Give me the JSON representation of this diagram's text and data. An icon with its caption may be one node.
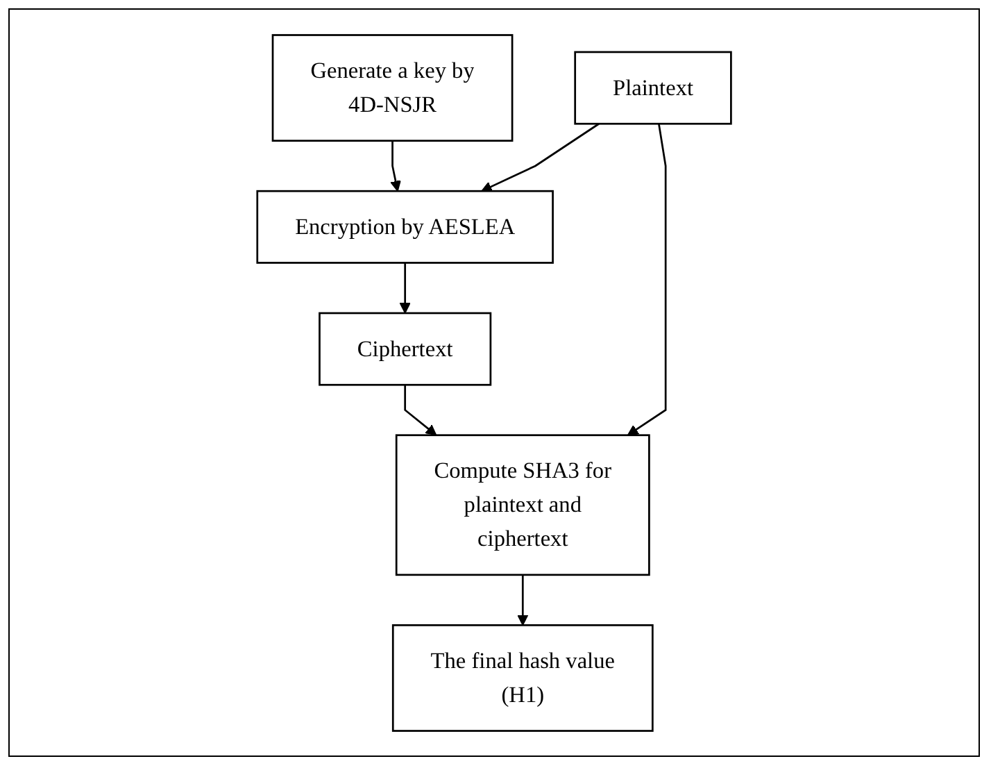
{
  "diagram": {
    "nodes": [
      {
        "text": [
          "Plaintext"
        ]
      },
      {
        "text": [
          "Encryption by AESLEA"
        ]
      },
      {
        "text": [
          "Generate a key by 4D-NSJR"
        ]
      },
      {
        "text": [
          "Ciphertext"
        ]
      },
      {
        "text": [
          "Compute SHA3 for plaintext and ciphertext"
        ]
      },
      {
        "text": [
          "The final hash value (H1)"
        ]
      }
    ],
    "edges": [
      {
        "from": 0,
        "to": 1,
        "arrow": "to"
      },
      {
        "from": 2,
        "to": 1,
        "arrow": "to"
      },
      {
        "from": 1,
        "to": 3,
        "arrow": "to"
      },
      {
        "from": 3,
        "to": 4,
        "arrow": "to"
      },
      {
        "from": 0,
        "to": 4,
        "arrow": "to"
      },
      {
        "from": 4,
        "to": 5,
        "arrow": "to"
      }
    ]
  }
}
